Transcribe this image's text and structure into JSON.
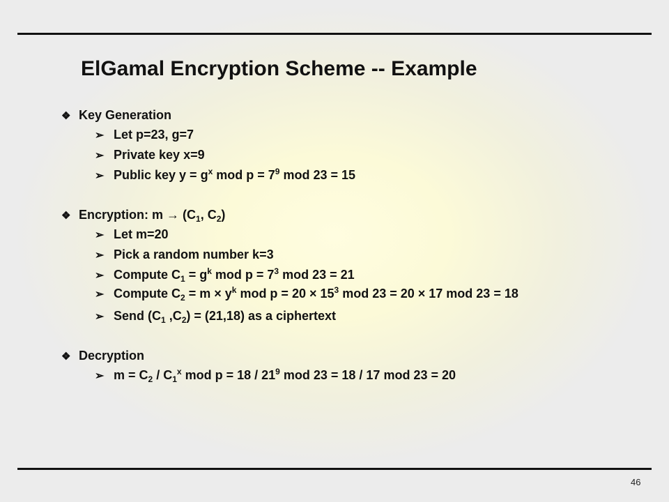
{
  "title": "ElGamal Encryption Scheme -- Example",
  "page_number": "46",
  "bullets": {
    "level1": "❖",
    "level2": "➢"
  },
  "sections": [
    {
      "heading": [
        {
          "t": "Key Generation"
        }
      ],
      "items": [
        [
          {
            "t": "Let p=23, g=7"
          }
        ],
        [
          {
            "t": "Private key x=9"
          }
        ],
        [
          {
            "t": "Public key y = g"
          },
          {
            "t": "x",
            "s": "sup"
          },
          {
            "t": " mod p = 7"
          },
          {
            "t": "9",
            "s": "sup"
          },
          {
            "t": " mod 23 = 15"
          }
        ]
      ]
    },
    {
      "heading": [
        {
          "t": "Encryption: m "
        },
        {
          "t": "→"
        },
        {
          "t": " (C"
        },
        {
          "t": "1",
          "s": "sub"
        },
        {
          "t": ", C"
        },
        {
          "t": "2",
          "s": "sub"
        },
        {
          "t": ")"
        }
      ],
      "items": [
        [
          {
            "t": "Let m=20"
          }
        ],
        [
          {
            "t": "Pick a random number k=3"
          }
        ],
        [
          {
            "t": "Compute C"
          },
          {
            "t": "1",
            "s": "sub"
          },
          {
            "t": " = g"
          },
          {
            "t": "k",
            "s": "sup"
          },
          {
            "t": " mod p = 7"
          },
          {
            "t": "3",
            "s": "sup"
          },
          {
            "t": " mod 23 = 21"
          }
        ],
        [
          {
            "t": "Compute C"
          },
          {
            "t": "2",
            "s": "sub"
          },
          {
            "t": " = m "
          },
          {
            "t": "×"
          },
          {
            "t": " y"
          },
          {
            "t": "k",
            "s": "sup"
          },
          {
            "t": " mod p = 20 "
          },
          {
            "t": "×"
          },
          {
            "t": " 15"
          },
          {
            "t": "3",
            "s": "sup"
          },
          {
            "t": " mod 23 = 20 "
          },
          {
            "t": "×"
          },
          {
            "t": " 17 mod 23 = 18"
          }
        ],
        [
          {
            "t": "Send (C"
          },
          {
            "t": "1",
            "s": "sub"
          },
          {
            "t": " ,C"
          },
          {
            "t": "2",
            "s": "sub"
          },
          {
            "t": ") = (21,18) as a ciphertext"
          }
        ]
      ]
    },
    {
      "heading": [
        {
          "t": "Decryption"
        }
      ],
      "items": [
        [
          {
            "t": "m = C"
          },
          {
            "t": "2",
            "s": "sub"
          },
          {
            "t": " / C"
          },
          {
            "t": "1",
            "s": "sub"
          },
          {
            "t": "x",
            "s": "sup"
          },
          {
            "t": " mod p = 18 / 21"
          },
          {
            "t": "9",
            "s": "sup"
          },
          {
            "t": " mod 23 = 18 / 17 mod 23 = 20"
          }
        ]
      ]
    }
  ]
}
